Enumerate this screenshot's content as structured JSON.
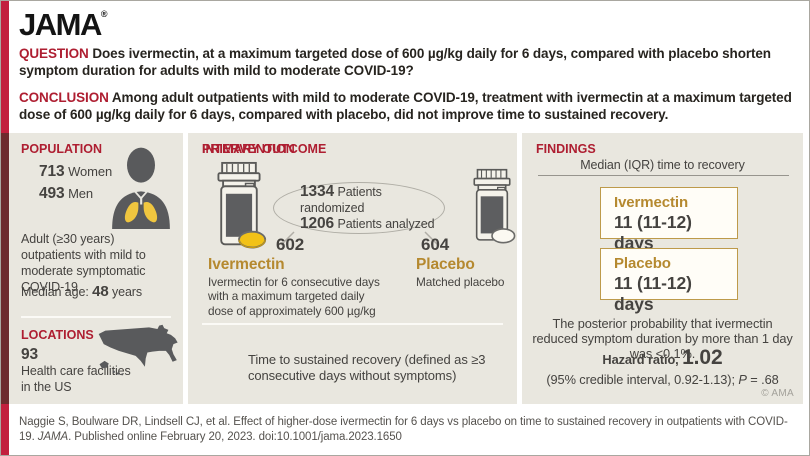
{
  "brand": {
    "logo": "JAMA",
    "registered": "®",
    "copyright": "© AMA"
  },
  "header": {
    "question_label": "QUESTION",
    "question_text": "Does ivermectin, at a maximum targeted dose of 600 µg/kg daily for 6 days, compared with placebo shorten symptom duration for adults with mild to moderate COVID-19?",
    "conclusion_label": "CONCLUSION",
    "conclusion_text": "Among adult outpatients with mild to moderate COVID-19, treatment with ivermectin at a maximum targeted dose of 600 µg/kg daily for 6 days, compared with placebo, did not improve time to sustained recovery."
  },
  "population": {
    "title": "POPULATION",
    "women_count": "713",
    "women_label": "Women",
    "men_count": "493",
    "men_label": "Men",
    "description": "Adult (≥30 years) outpatients with mild to moderate symptomatic COVID-19",
    "median_age_label": "Median age:",
    "median_age_value": "48",
    "median_age_suffix": "years"
  },
  "locations": {
    "title": "LOCATIONS",
    "count": "93",
    "description": "Health care facilities in the US"
  },
  "intervention": {
    "title": "INTERVENTION",
    "randomized_count": "1334",
    "randomized_label": "Patients randomized",
    "analyzed_count": "1206",
    "analyzed_label": "Patients analyzed",
    "arm1": {
      "count": "602",
      "name": "Ivermectin",
      "description": "Ivermectin for 6 consecutive days with a maximum targeted daily dose of approximately 600 µg/kg"
    },
    "arm2": {
      "count": "604",
      "name": "Placebo",
      "description": "Matched placebo"
    }
  },
  "primary_outcome": {
    "title": "PRIMARY OUTCOME",
    "text": "Time to sustained recovery (defined as ≥3 consecutive days without symptoms)"
  },
  "findings": {
    "title": "FINDINGS",
    "subtitle": "Median (IQR) time to recovery",
    "boxes": [
      {
        "name": "Ivermectin",
        "value": "11 (11-12) days"
      },
      {
        "name": "Placebo",
        "value": "11 (11-12) days"
      }
    ],
    "posterior_text": "The posterior probability that ivermectin reduced symptom duration by more than 1 day was <0.1%.",
    "hazard_label": "Hazard ratio, ",
    "hazard_value": "1.02",
    "interval_text": "(95% credible interval, 0.92-1.13); ",
    "p_label": "P",
    "p_value": " = .68"
  },
  "citation": {
    "part1": "Naggie S, Boulware DR, Lindsell CJ, et al. Effect of higher-dose ivermectin for 6 days vs placebo on time to sustained recovery in outpatients with COVID-19. ",
    "journal": "JAMA",
    "part2": ". Published online February 20, 2023. doi:10.1001/jama.2023.1650"
  },
  "icons": {
    "person_lungs": "person-with-lungs-icon",
    "us_map": "us-map-icon",
    "pill_bottle_ivermectin": "pill-bottle-yellow-pill-icon",
    "pill_bottle_placebo": "pill-bottle-white-pill-icon"
  },
  "colors": {
    "jama_red": "#ae1e31",
    "crimson_bar": "#c2203e",
    "maroon_bar": "#6d2b2e",
    "panel_beige": "#e9e7df",
    "gold": "#b5892f",
    "gold_border": "#bd9a4a",
    "dark_text": "#454340",
    "icon_gray": "#595a5c",
    "lung_yellow": "#f0c63f",
    "pill_yellow": "#f2c217"
  }
}
